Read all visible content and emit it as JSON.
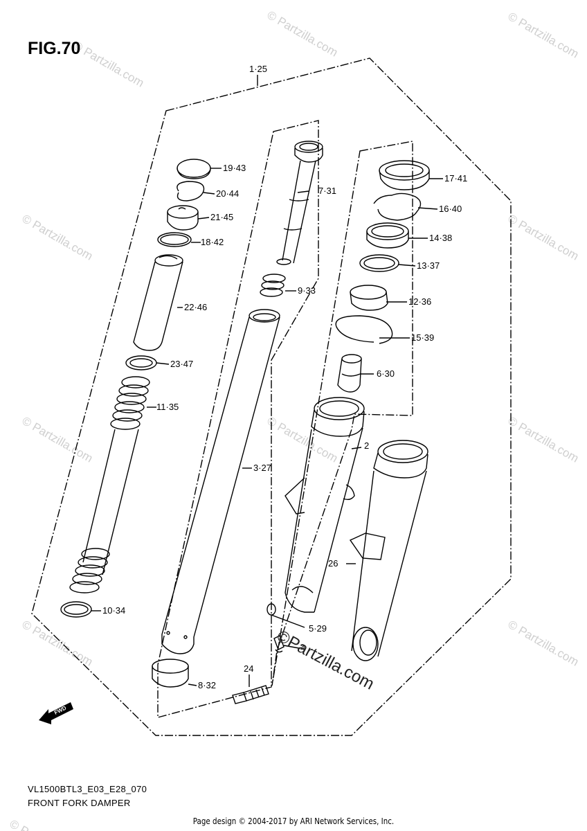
{
  "figure": {
    "label": "FIG.70",
    "code": "VL1500BTL3_E03_E28_070",
    "title": "FRONT FORK DAMPER"
  },
  "copyright": "Page design © 2004-2017 by ARI Network Services, Inc.",
  "watermark": "© Partzilla.com",
  "watermark_center": "©Partzilla.com",
  "fwd_label": "FWD",
  "callouts": {
    "c1_25": "1·25",
    "c19_43": "19·43",
    "c20_44": "20·44",
    "c21_45": "21·45",
    "c18_42": "18·42",
    "c22_46": "22·46",
    "c23_47": "23·47",
    "c11_35": "11·35",
    "c10_34": "10·34",
    "c7_31": "7·31",
    "c9_33": "9·33",
    "c3_27": "3·27",
    "c8_32": "8·32",
    "c24": "24",
    "c17_41": "17·41",
    "c16_40": "16·40",
    "c14_38": "14·38",
    "c13_37": "13·37",
    "c12_36": "12·36",
    "c15_39": "15·39",
    "c6_30": "6·30",
    "c2": "2",
    "c26": "26",
    "c5_29": "5·29",
    "c4": "4"
  }
}
